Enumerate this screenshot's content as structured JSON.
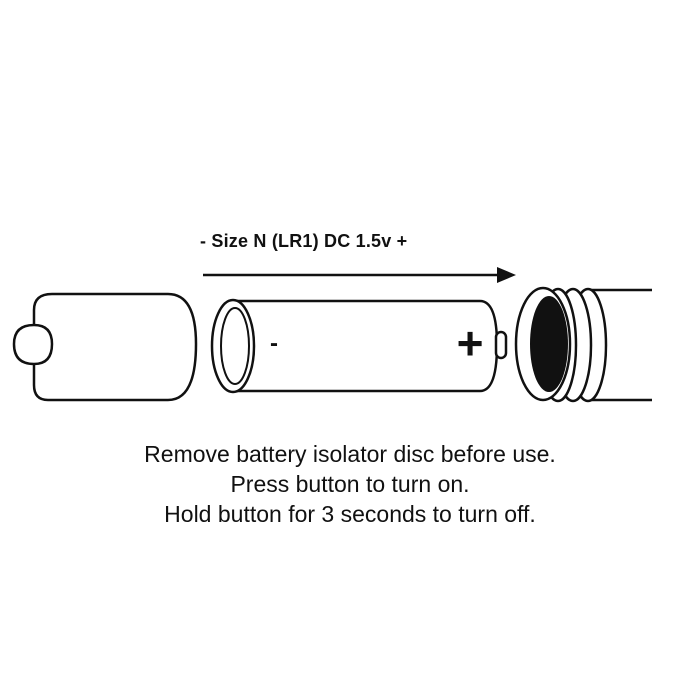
{
  "diagram": {
    "battery_label": "- Size N (LR1) DC 1.5v +",
    "battery_minus": "-",
    "battery_plus": "+",
    "instructions": [
      "Remove battery isolator disc before use.",
      "Press button to turn on.",
      "Hold button for 3 seconds to turn off."
    ],
    "colors": {
      "ink": "#111111",
      "background": "#ffffff"
    }
  }
}
